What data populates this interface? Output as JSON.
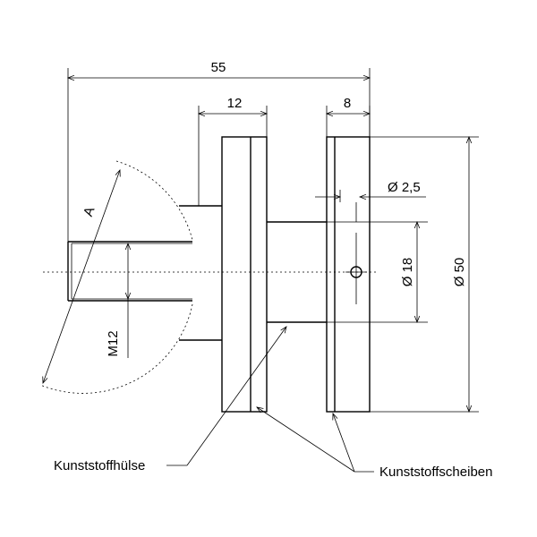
{
  "dimensions": {
    "overall_length": "55",
    "sleeve_width": "12",
    "disc_width": "8",
    "hole_diameter": "Ø 2,5",
    "hub_diameter": "Ø 18",
    "disc_diameter": "Ø 50",
    "thread": "M12",
    "detail_marker": "A"
  },
  "callouts": {
    "sleeve": "Kunststoffhülse",
    "discs": "Kunststoffscheiben"
  }
}
